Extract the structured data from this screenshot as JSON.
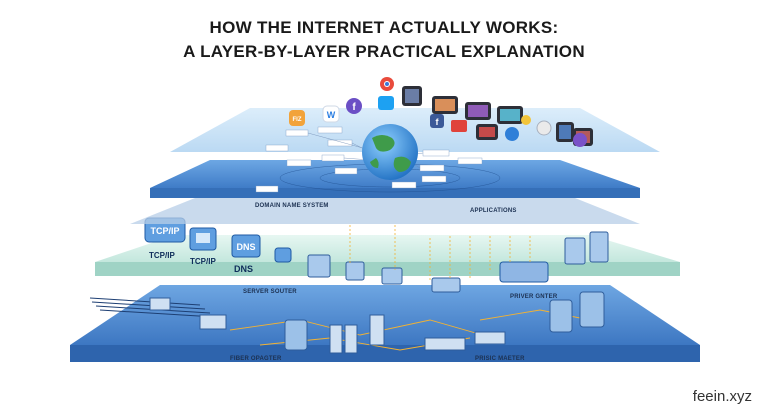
{
  "title": {
    "line1": "HOW THE INTERNET ACTUALLY WORKS:",
    "line2": "A LAYER-BY-LAYER PRACTICAL EXPLANATION"
  },
  "layers": {
    "top_label_left": "DOMAIN NAME SYSTEM",
    "top_label_right": "APPLICATIONS",
    "middle_label_left": "SERVER SOUTER",
    "middle_label_right": "PRIVER GNTER",
    "bottom_label_left": "FIBER OPAGTER",
    "bottom_label_right": "PRISIC MAETER"
  },
  "protocols": [
    {
      "icon": "TCP/IP",
      "label": "TCP/IP"
    },
    {
      "icon": "tcp-ip-screen",
      "label": "TCP/IP"
    },
    {
      "icon": "DNS",
      "label": "DNS"
    }
  ],
  "colors": {
    "top_layer": "#4f8fd6",
    "middle_layer": "#c9ece4",
    "bottom_layer": "#4a86cf",
    "accent_gold": "#f2b233"
  },
  "brand": "feein.xyz"
}
